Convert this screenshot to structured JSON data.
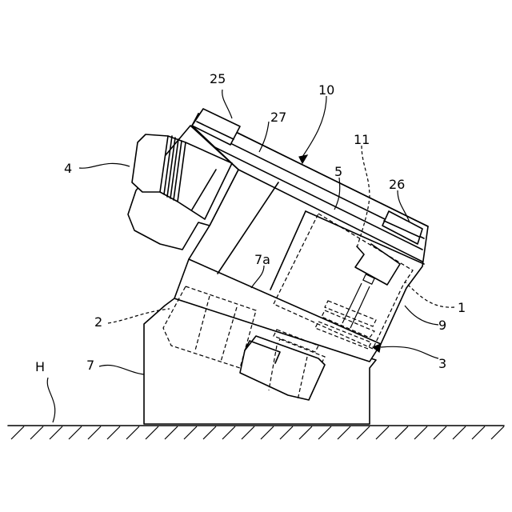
{
  "labels": {
    "l25": "25",
    "l10": "10",
    "l27": "27",
    "l11": "11",
    "l4": "4",
    "l5": "5",
    "l26": "26",
    "l7a": "7a",
    "l2": "2",
    "l1": "1",
    "l9": "9",
    "l3": "3",
    "lH": "H",
    "l7": "7"
  }
}
